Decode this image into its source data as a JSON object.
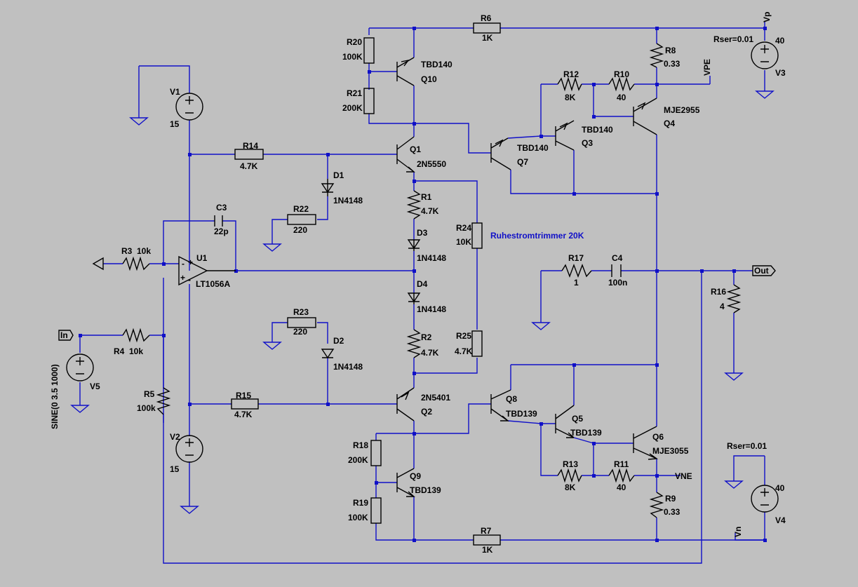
{
  "components": {
    "R1": {
      "ref": "R1",
      "value": "4.7K"
    },
    "R2": {
      "ref": "R2",
      "value": "4.7K"
    },
    "R3": {
      "ref": "R3",
      "value": "10k"
    },
    "R4": {
      "ref": "R4",
      "value": "10k"
    },
    "R5": {
      "ref": "R5",
      "value": "100k"
    },
    "R6": {
      "ref": "R6",
      "value": "1K"
    },
    "R7": {
      "ref": "R7",
      "value": "1K"
    },
    "R8": {
      "ref": "R8",
      "value": "0.33"
    },
    "R9": {
      "ref": "R9",
      "value": "0.33"
    },
    "R10": {
      "ref": "R10",
      "value": "40"
    },
    "R11": {
      "ref": "R11",
      "value": "40"
    },
    "R12": {
      "ref": "R12",
      "value": "8K"
    },
    "R13": {
      "ref": "R13",
      "value": "8K"
    },
    "R14": {
      "ref": "R14",
      "value": "4.7K"
    },
    "R15": {
      "ref": "R15",
      "value": "4.7K"
    },
    "R16": {
      "ref": "R16",
      "value": "4"
    },
    "R17": {
      "ref": "R17",
      "value": "1"
    },
    "R18": {
      "ref": "R18",
      "value": "200K"
    },
    "R19": {
      "ref": "R19",
      "value": "100K"
    },
    "R20": {
      "ref": "R20",
      "value": "100K"
    },
    "R21": {
      "ref": "R21",
      "value": "200K"
    },
    "R22": {
      "ref": "R22",
      "value": "220"
    },
    "R23": {
      "ref": "R23",
      "value": "220"
    },
    "R24": {
      "ref": "R24",
      "value": "10K"
    },
    "R25": {
      "ref": "R25",
      "value": "4.7K"
    },
    "C3": {
      "ref": "C3",
      "value": "22p"
    },
    "C4": {
      "ref": "C4",
      "value": "100n"
    },
    "D1": {
      "ref": "D1",
      "value": "1N4148"
    },
    "D2": {
      "ref": "D2",
      "value": "1N4148"
    },
    "D3": {
      "ref": "D3",
      "value": "1N4148"
    },
    "D4": {
      "ref": "D4",
      "value": "1N4148"
    },
    "Q1": {
      "ref": "Q1",
      "value": "2N5550"
    },
    "Q2": {
      "ref": "Q2",
      "value": "2N5401"
    },
    "Q3": {
      "ref": "Q3",
      "value": "TBD140"
    },
    "Q4": {
      "ref": "Q4",
      "value": "MJE2955"
    },
    "Q5": {
      "ref": "Q5",
      "value": "TBD139"
    },
    "Q6": {
      "ref": "Q6",
      "value": "MJE3055"
    },
    "Q7": {
      "ref": "Q7",
      "value": "TBD140"
    },
    "Q8": {
      "ref": "Q8",
      "value": "TBD139"
    },
    "Q9": {
      "ref": "Q9",
      "value": "TBD139"
    },
    "Q10": {
      "ref": "Q10",
      "value": "TBD140"
    },
    "U1": {
      "ref": "U1",
      "value": "LT1056A"
    },
    "V1": {
      "ref": "V1",
      "value": "15"
    },
    "V2": {
      "ref": "V2",
      "value": "15"
    },
    "V3": {
      "ref": "V3",
      "value": "40",
      "param": "Rser=0.01"
    },
    "V4": {
      "ref": "V4",
      "value": "40",
      "param": "Rser=0.01"
    },
    "V5": {
      "ref": "V5",
      "value": "SINE(0 3.5 1000)"
    }
  },
  "nets": {
    "vp": "Vp",
    "vn": "Vn",
    "vpe": "VPE",
    "vne": "VNE",
    "in": "In",
    "out": "Out"
  },
  "opamp_pins": {
    "plus": "+",
    "minus": "-"
  },
  "annotation": "Ruhestromtrimmer 20K"
}
